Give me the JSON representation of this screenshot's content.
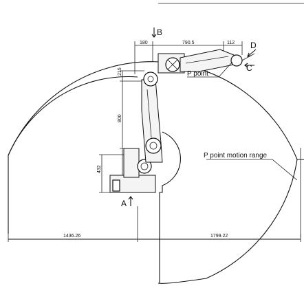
{
  "labels": {
    "p_point": "P point",
    "motion_range": "P point motion range",
    "a": "A",
    "b": "B",
    "c": "C",
    "d": "D"
  },
  "dimensions": {
    "d180": "180",
    "d790_5": "790.5",
    "d112": "112",
    "d215": "215",
    "d800": "800",
    "d432": "432",
    "d1436_26": "1436.26",
    "d1799_22": "1799.22"
  }
}
